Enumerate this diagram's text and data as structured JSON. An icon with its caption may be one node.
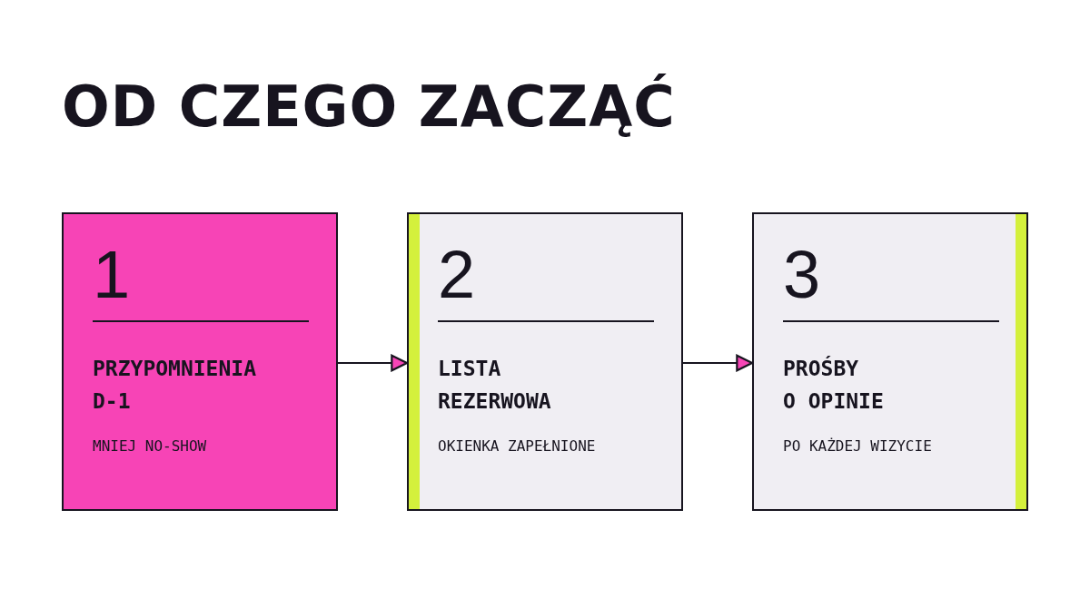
{
  "diagram": {
    "title": "OD CZEGO ZACZĄĆ",
    "nodes": [
      {
        "text": [
          "1",
          "PRZYPOMNIENIA D-1",
          "MNIEJ NO-SHOW"
        ]
      },
      {
        "text": [
          "2",
          "LISTA REZERWOWA",
          "OKIENKA ZAPEŁNIONE"
        ]
      },
      {
        "text": [
          "3",
          "PROŚBY O OPINIE",
          "PO KAŻDEJ WIZYCIE"
        ]
      }
    ],
    "edges": [
      {
        "from": 0,
        "to": 1,
        "arrow": "to"
      },
      {
        "from": 1,
        "to": 2,
        "arrow": "to"
      }
    ]
  }
}
